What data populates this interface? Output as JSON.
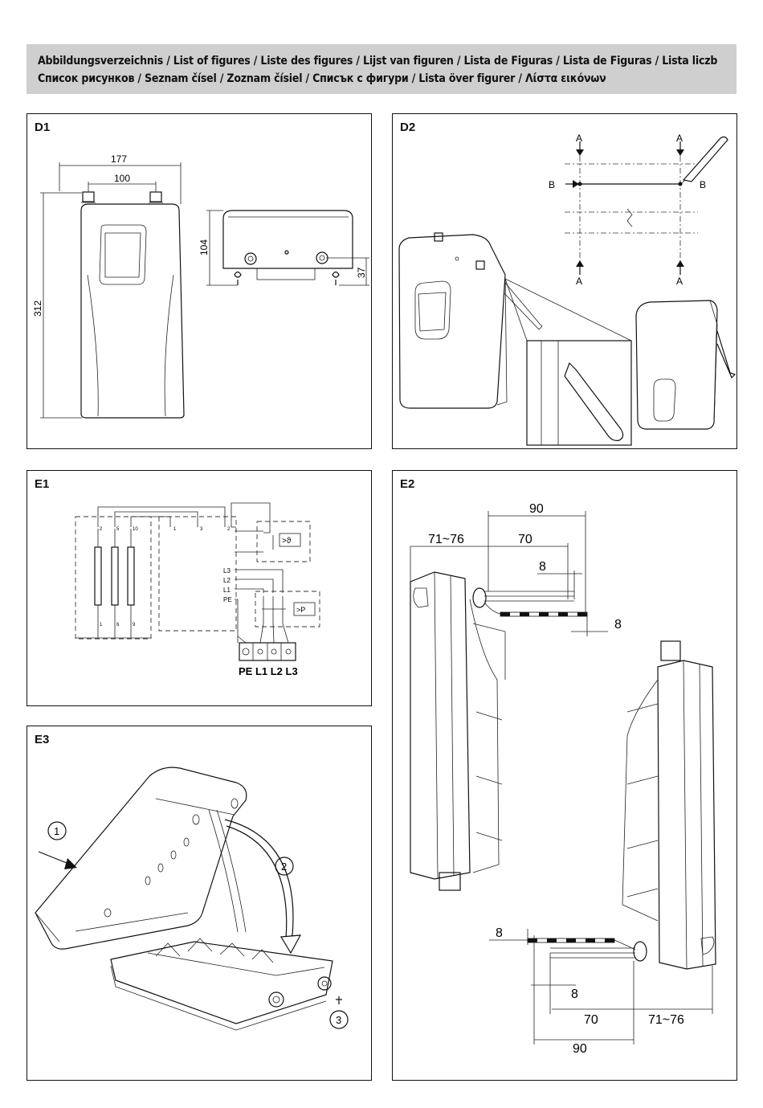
{
  "header": {
    "title": "Abbildungsverzeichnis / List of figures / Liste des figures / Lijst van figuren / Lista de Figuras / Lista de Figuras / Lista liczb Список рисунков / Seznam čísel / Zoznam čísiel / Списък с фигури  / Lista över figurer / Λίστα εικόνων"
  },
  "panels": {
    "d1": {
      "label": "D1",
      "dims": {
        "width": "177",
        "spacing": "100",
        "height": "312",
        "depth": "104",
        "offset": "37"
      }
    },
    "d2": {
      "label": "D2",
      "markers": {
        "a": "A",
        "b": "B"
      }
    },
    "e1": {
      "label": "E1",
      "terminals": "PE L1 L2 L3",
      "pins": [
        "L3",
        "L2",
        "L1",
        "PE"
      ],
      "relay_label": ">P",
      "stat_label": ">ϑ",
      "contacts": [
        "2",
        "5",
        "10",
        "1",
        "6",
        "9",
        "1",
        "3",
        "2"
      ]
    },
    "e2": {
      "label": "E2",
      "dims": {
        "d90": "90",
        "d70": "70",
        "d8": "8",
        "d71_76": "71~76"
      }
    },
    "e3": {
      "label": "E3",
      "steps": [
        "1",
        "2",
        "3"
      ]
    }
  }
}
